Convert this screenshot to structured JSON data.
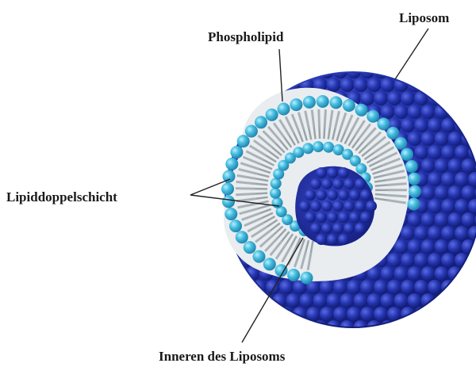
{
  "labels": {
    "phospholipid": "Phospholipid",
    "liposome": "Liposom",
    "bilayer": "Lipiddoppelschicht",
    "interior": "Inneren des Liposoms"
  },
  "colors": {
    "outer_sphere": "#1f2fa0",
    "outer_sphere_highlight": "#3848c8",
    "head_light_blue": "#3fb4d8",
    "head_highlight": "#7fdcf2",
    "tail_gray": "#a9b2b6",
    "inner_core": "#1a2aa0",
    "leader_line": "#222222"
  }
}
